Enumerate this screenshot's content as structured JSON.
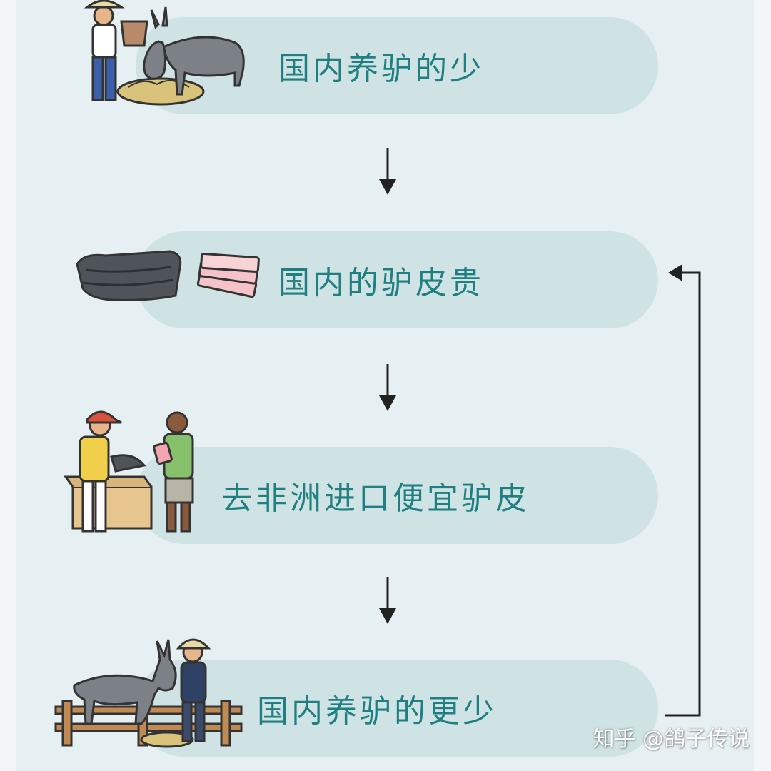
{
  "steps": [
    {
      "label": "国内养驴的少"
    },
    {
      "label": "国内的驴皮贵"
    },
    {
      "label": "去非洲进口便宜驴皮"
    },
    {
      "label": "国内养驴的更少"
    }
  ],
  "watermark": "知乎 @鸽子传说",
  "colors": {
    "pill": "#cfe2e4",
    "text": "#1f7f81",
    "arrow": "#222222",
    "background": "#e6eff1"
  }
}
